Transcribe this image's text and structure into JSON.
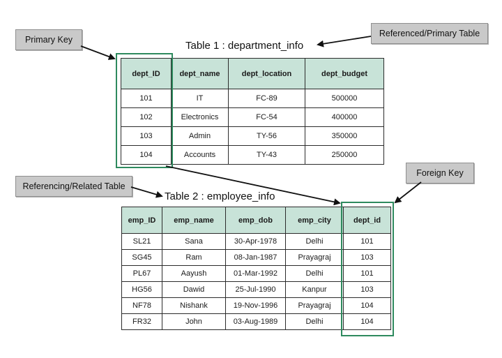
{
  "callouts": {
    "primary_key": "Primary Key",
    "referenced_table": "Referenced/Primary Table",
    "referencing_table": "Referencing/Related Table",
    "foreign_key": "Foreign Key"
  },
  "table1": {
    "title": "Table 1 : department_info",
    "headers": [
      "dept_ID",
      "dept_name",
      "dept_location",
      "dept_budget"
    ],
    "rows": [
      [
        "101",
        "IT",
        "FC-89",
        "500000"
      ],
      [
        "102",
        "Electronics",
        "FC-54",
        "400000"
      ],
      [
        "103",
        "Admin",
        "TY-56",
        "350000"
      ],
      [
        "104",
        "Accounts",
        "TY-43",
        "250000"
      ]
    ]
  },
  "table2": {
    "title": "Table 2 : employee_info",
    "headers": [
      "emp_ID",
      "emp_name",
      "emp_dob",
      "emp_city",
      "dept_id"
    ],
    "rows": [
      [
        "SL21",
        "Sana",
        "30-Apr-1978",
        "Delhi",
        "101"
      ],
      [
        "SG45",
        "Ram",
        "08-Jan-1987",
        "Prayagraj",
        "103"
      ],
      [
        "PL67",
        "Aayush",
        "01-Mar-1992",
        "Delhi",
        "101"
      ],
      [
        "HG56",
        "Dawid",
        "25-Jul-1990",
        "Kanpur",
        "103"
      ],
      [
        "NF78",
        "Nishank",
        "19-Nov-1996",
        "Prayagraj",
        "104"
      ],
      [
        "FR32",
        "John",
        "03-Aug-1989",
        "Delhi",
        "104"
      ]
    ]
  },
  "colors": {
    "header_fill": "#c8e3d8",
    "key_highlight": "#2e8a5e",
    "callout_fill": "#c9c9c9"
  }
}
